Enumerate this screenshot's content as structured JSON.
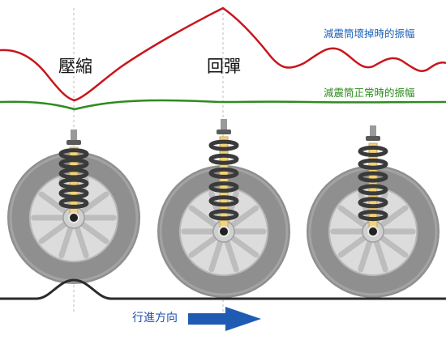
{
  "stage_labels": {
    "compress": "壓縮",
    "rebound": "回彈"
  },
  "series": {
    "broken": {
      "name": "減震筒壞掉時的振幅",
      "color": "#c8161d"
    },
    "normal": {
      "name": "減震筒正常時的振幅",
      "color": "#2e8b1e"
    }
  },
  "direction": {
    "label": "行進方向",
    "arrow_color": "#1f5bb3"
  },
  "colors": {
    "tire": "#8f8f8f",
    "rim": "#dcdcdc",
    "spring": "#3a3a3a",
    "damper": "#f2d27a",
    "road": "#2b2b2b"
  }
}
